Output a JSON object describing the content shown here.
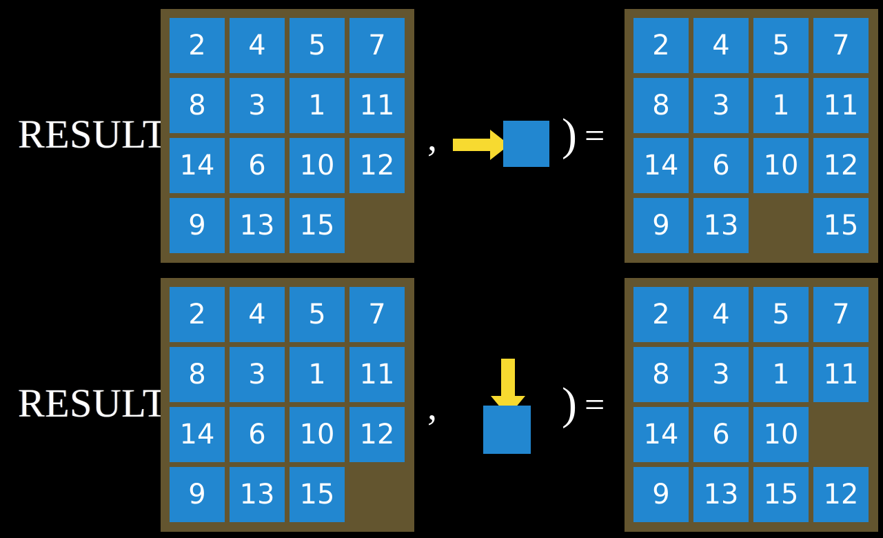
{
  "colors": {
    "background": "#000000",
    "board": "#63552f",
    "tile": "#2287d0",
    "tile_text": "#ffffff",
    "arrow": "#f7da30",
    "symbol_text": "#ffffff"
  },
  "rows": [
    {
      "id": "row-top",
      "label": "RESULT(",
      "comma": ",",
      "close_paren": ")",
      "equals": "=",
      "move": {
        "icon": "arrow-right-icon",
        "direction": "right",
        "description": "slide tile right"
      },
      "input_board": {
        "name": "input-board-top",
        "rows": [
          [
            "2",
            "4",
            "5",
            "7"
          ],
          [
            "8",
            "3",
            "1",
            "11"
          ],
          [
            "14",
            "6",
            "10",
            "12"
          ],
          [
            "9",
            "13",
            "15",
            ""
          ]
        ]
      },
      "output_board": {
        "name": "output-board-top",
        "rows": [
          [
            "2",
            "4",
            "5",
            "7"
          ],
          [
            "8",
            "3",
            "1",
            "11"
          ],
          [
            "14",
            "6",
            "10",
            "12"
          ],
          [
            "9",
            "13",
            "",
            "15"
          ]
        ]
      }
    },
    {
      "id": "row-bottom",
      "label": "RESULT(",
      "comma": ",",
      "close_paren": ")",
      "equals": "=",
      "move": {
        "icon": "arrow-down-icon",
        "direction": "down",
        "description": "slide tile down"
      },
      "input_board": {
        "name": "input-board-bottom",
        "rows": [
          [
            "2",
            "4",
            "5",
            "7"
          ],
          [
            "8",
            "3",
            "1",
            "11"
          ],
          [
            "14",
            "6",
            "10",
            "12"
          ],
          [
            "9",
            "13",
            "15",
            ""
          ]
        ]
      },
      "output_board": {
        "name": "output-board-bottom",
        "rows": [
          [
            "2",
            "4",
            "5",
            "7"
          ],
          [
            "8",
            "3",
            "1",
            "11"
          ],
          [
            "14",
            "6",
            "10",
            ""
          ],
          [
            "9",
            "13",
            "15",
            "12"
          ]
        ]
      }
    }
  ]
}
